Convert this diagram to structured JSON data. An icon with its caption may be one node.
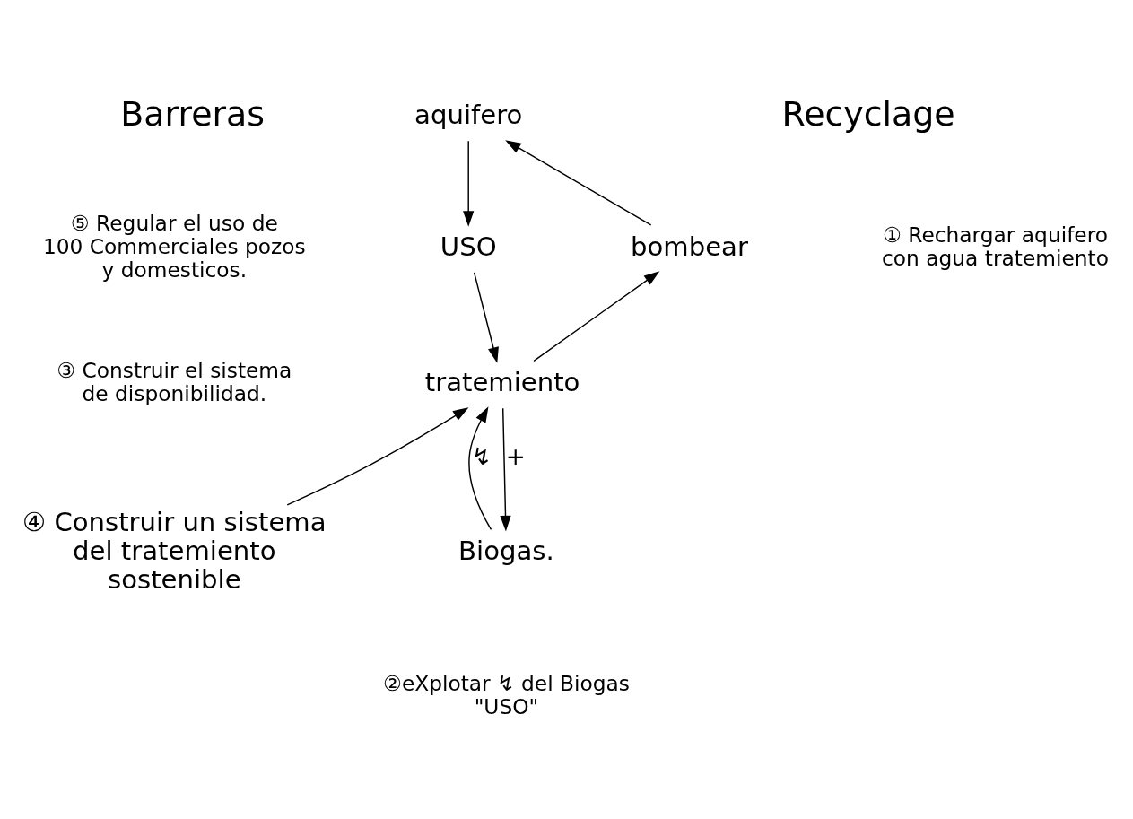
{
  "diagram": {
    "nodes": [
      {
        "text": [
          "aquifero"
        ]
      },
      {
        "text": [
          "bombear"
        ]
      },
      {
        "text": [
          "USO"
        ]
      },
      {
        "text": [
          "tratemiento"
        ]
      },
      {
        "text": [
          "Biogas."
        ]
      },
      {
        "text": [
          "④ Construir un sistema del tratemiento sostenible"
        ]
      }
    ],
    "edges": [
      {
        "from": 0,
        "to": 2,
        "arrow": "to"
      },
      {
        "from": 2,
        "to": 3,
        "arrow": "to"
      },
      {
        "from": 3,
        "to": 1,
        "arrow": "to"
      },
      {
        "from": 1,
        "to": 0,
        "arrow": "to"
      },
      {
        "from": 3,
        "to": 4,
        "arrow": "to",
        "label": "+"
      },
      {
        "from": 4,
        "to": 3,
        "arrow": "to",
        "label": "↯"
      },
      {
        "from": 5,
        "to": 3,
        "arrow": "to"
      }
    ],
    "labels": [
      "Barreras",
      "Recyclage",
      "⑤ Regular el uso de 100 Commerciales pozos y domesticos.",
      "① Rechargar aquifero con agua tratemiento",
      "③ Construir el sistema de disponibilidad.",
      "②eXplotar ↯ del Biogas \"USO\""
    ]
  }
}
